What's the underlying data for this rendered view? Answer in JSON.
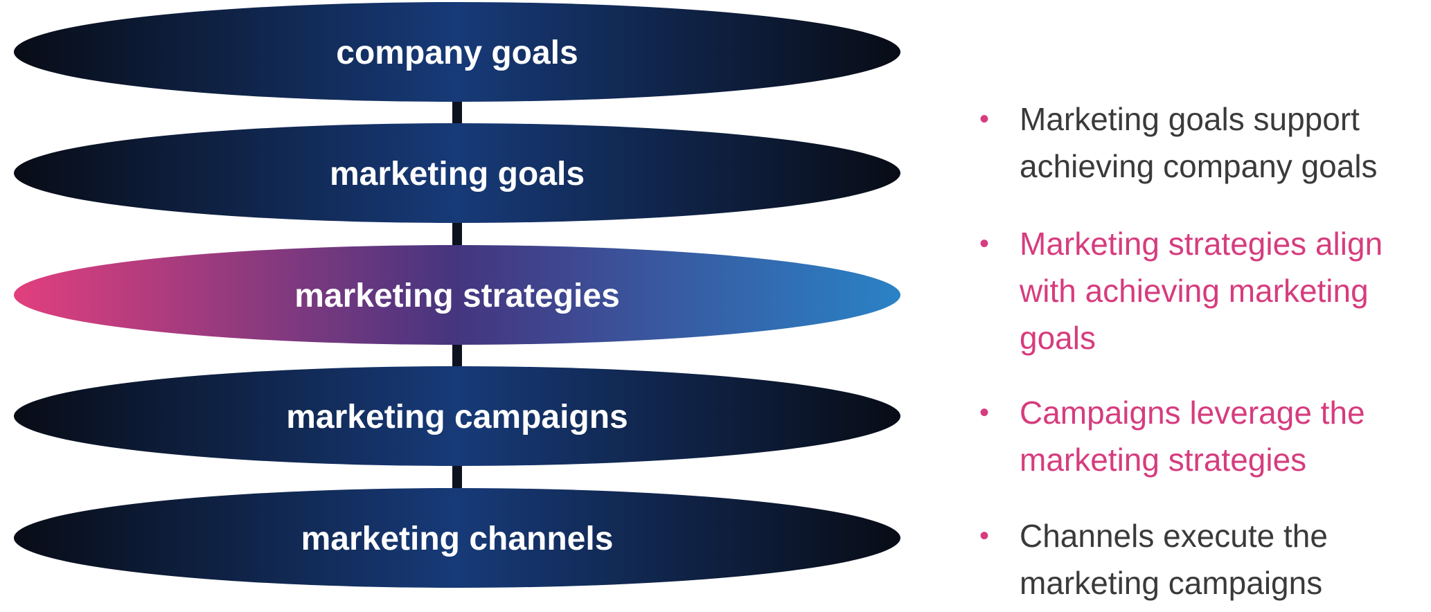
{
  "layers": [
    {
      "label": "company goals",
      "highlighted": false
    },
    {
      "label": "marketing goals",
      "highlighted": false
    },
    {
      "label": "marketing strategies",
      "highlighted": true
    },
    {
      "label": "marketing campaigns",
      "highlighted": false
    },
    {
      "label": "marketing channels",
      "highlighted": false
    }
  ],
  "bullets": [
    {
      "text": "Marketing goals support achieving company goals",
      "color": "#3a3a3a"
    },
    {
      "text": "Marketing strategies align with achieving marketing goals",
      "color": "#d63c7e"
    },
    {
      "text": "Campaigns leverage the marketing strategies",
      "color": "#d63c7e"
    },
    {
      "text": "Channels execute the marketing campaigns",
      "color": "#3a3a3a"
    }
  ],
  "colors": {
    "ellipse_center": "#173a78",
    "ellipse_edge": "#080c16",
    "highlight_start": "#e23f7e",
    "highlight_end": "#2a82c6",
    "connector": "#0d1220",
    "bullet_dot": "#d63c7e",
    "label": "#ffffff"
  }
}
